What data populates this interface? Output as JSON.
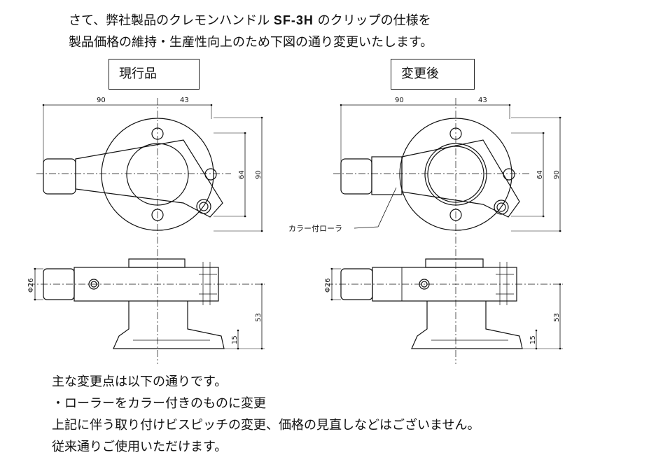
{
  "intro": {
    "line1_pre": "さて、弊社製品のクレモンハンドル",
    "product_code": "SF-3H",
    "line1_post": "のクリップの仕様を",
    "line2": "製品価格の維持・生産性向上のため下図の通り変更いたします。"
  },
  "labels": {
    "current": "現行品",
    "new": "変更後"
  },
  "dimensions": {
    "width_left": "90",
    "width_right": "43",
    "height_inner": "64",
    "height_outer": "90",
    "diameter": "Φ26",
    "height_side": "53",
    "base_height": "15"
  },
  "callout": "カラー付ローラ",
  "notes": {
    "line1": "主な変更点は以下の通りです。",
    "line2": "・ローラーをカラー付きのものに変更",
    "line3": "上記に伴う取り付けビスピッチの変更、価格の見直しなどはございません。",
    "line4": "従来通りご使用いただけます。"
  }
}
